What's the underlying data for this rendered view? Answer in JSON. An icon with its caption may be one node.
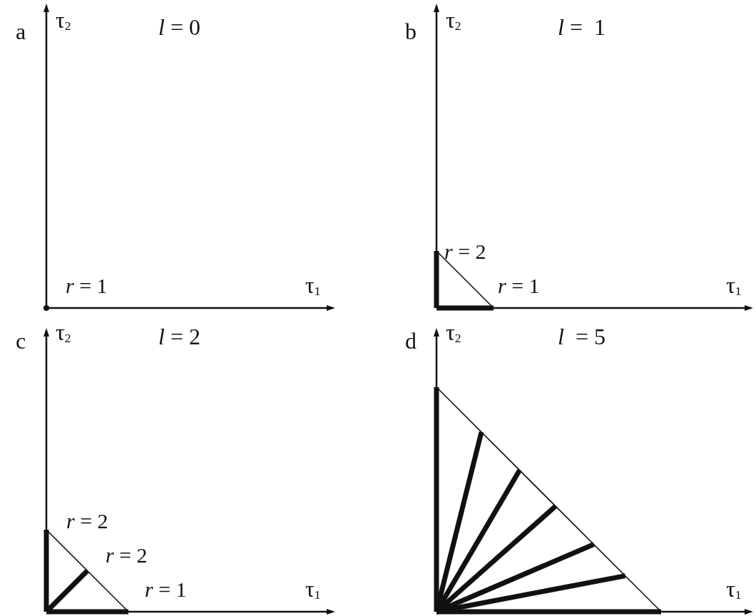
{
  "diagram": {
    "labels": [
      "a",
      "τ$_{2}$",
      "*l* = 0",
      "*r* = 1",
      "τ$_{1}$",
      "b",
      "τ$_{2}$",
      "*l* =  1",
      "*r* = 2",
      "*r* = 1",
      "τ$_{1}$",
      "c",
      "τ$_{2}$",
      "*l* = 2",
      "*r* = 2",
      "*r* = 2",
      "*r* = 1",
      "τ$_{1}$",
      "d",
      "τ$_{2}$",
      "*l*  = 5",
      "τ$_{1}$"
    ]
  }
}
